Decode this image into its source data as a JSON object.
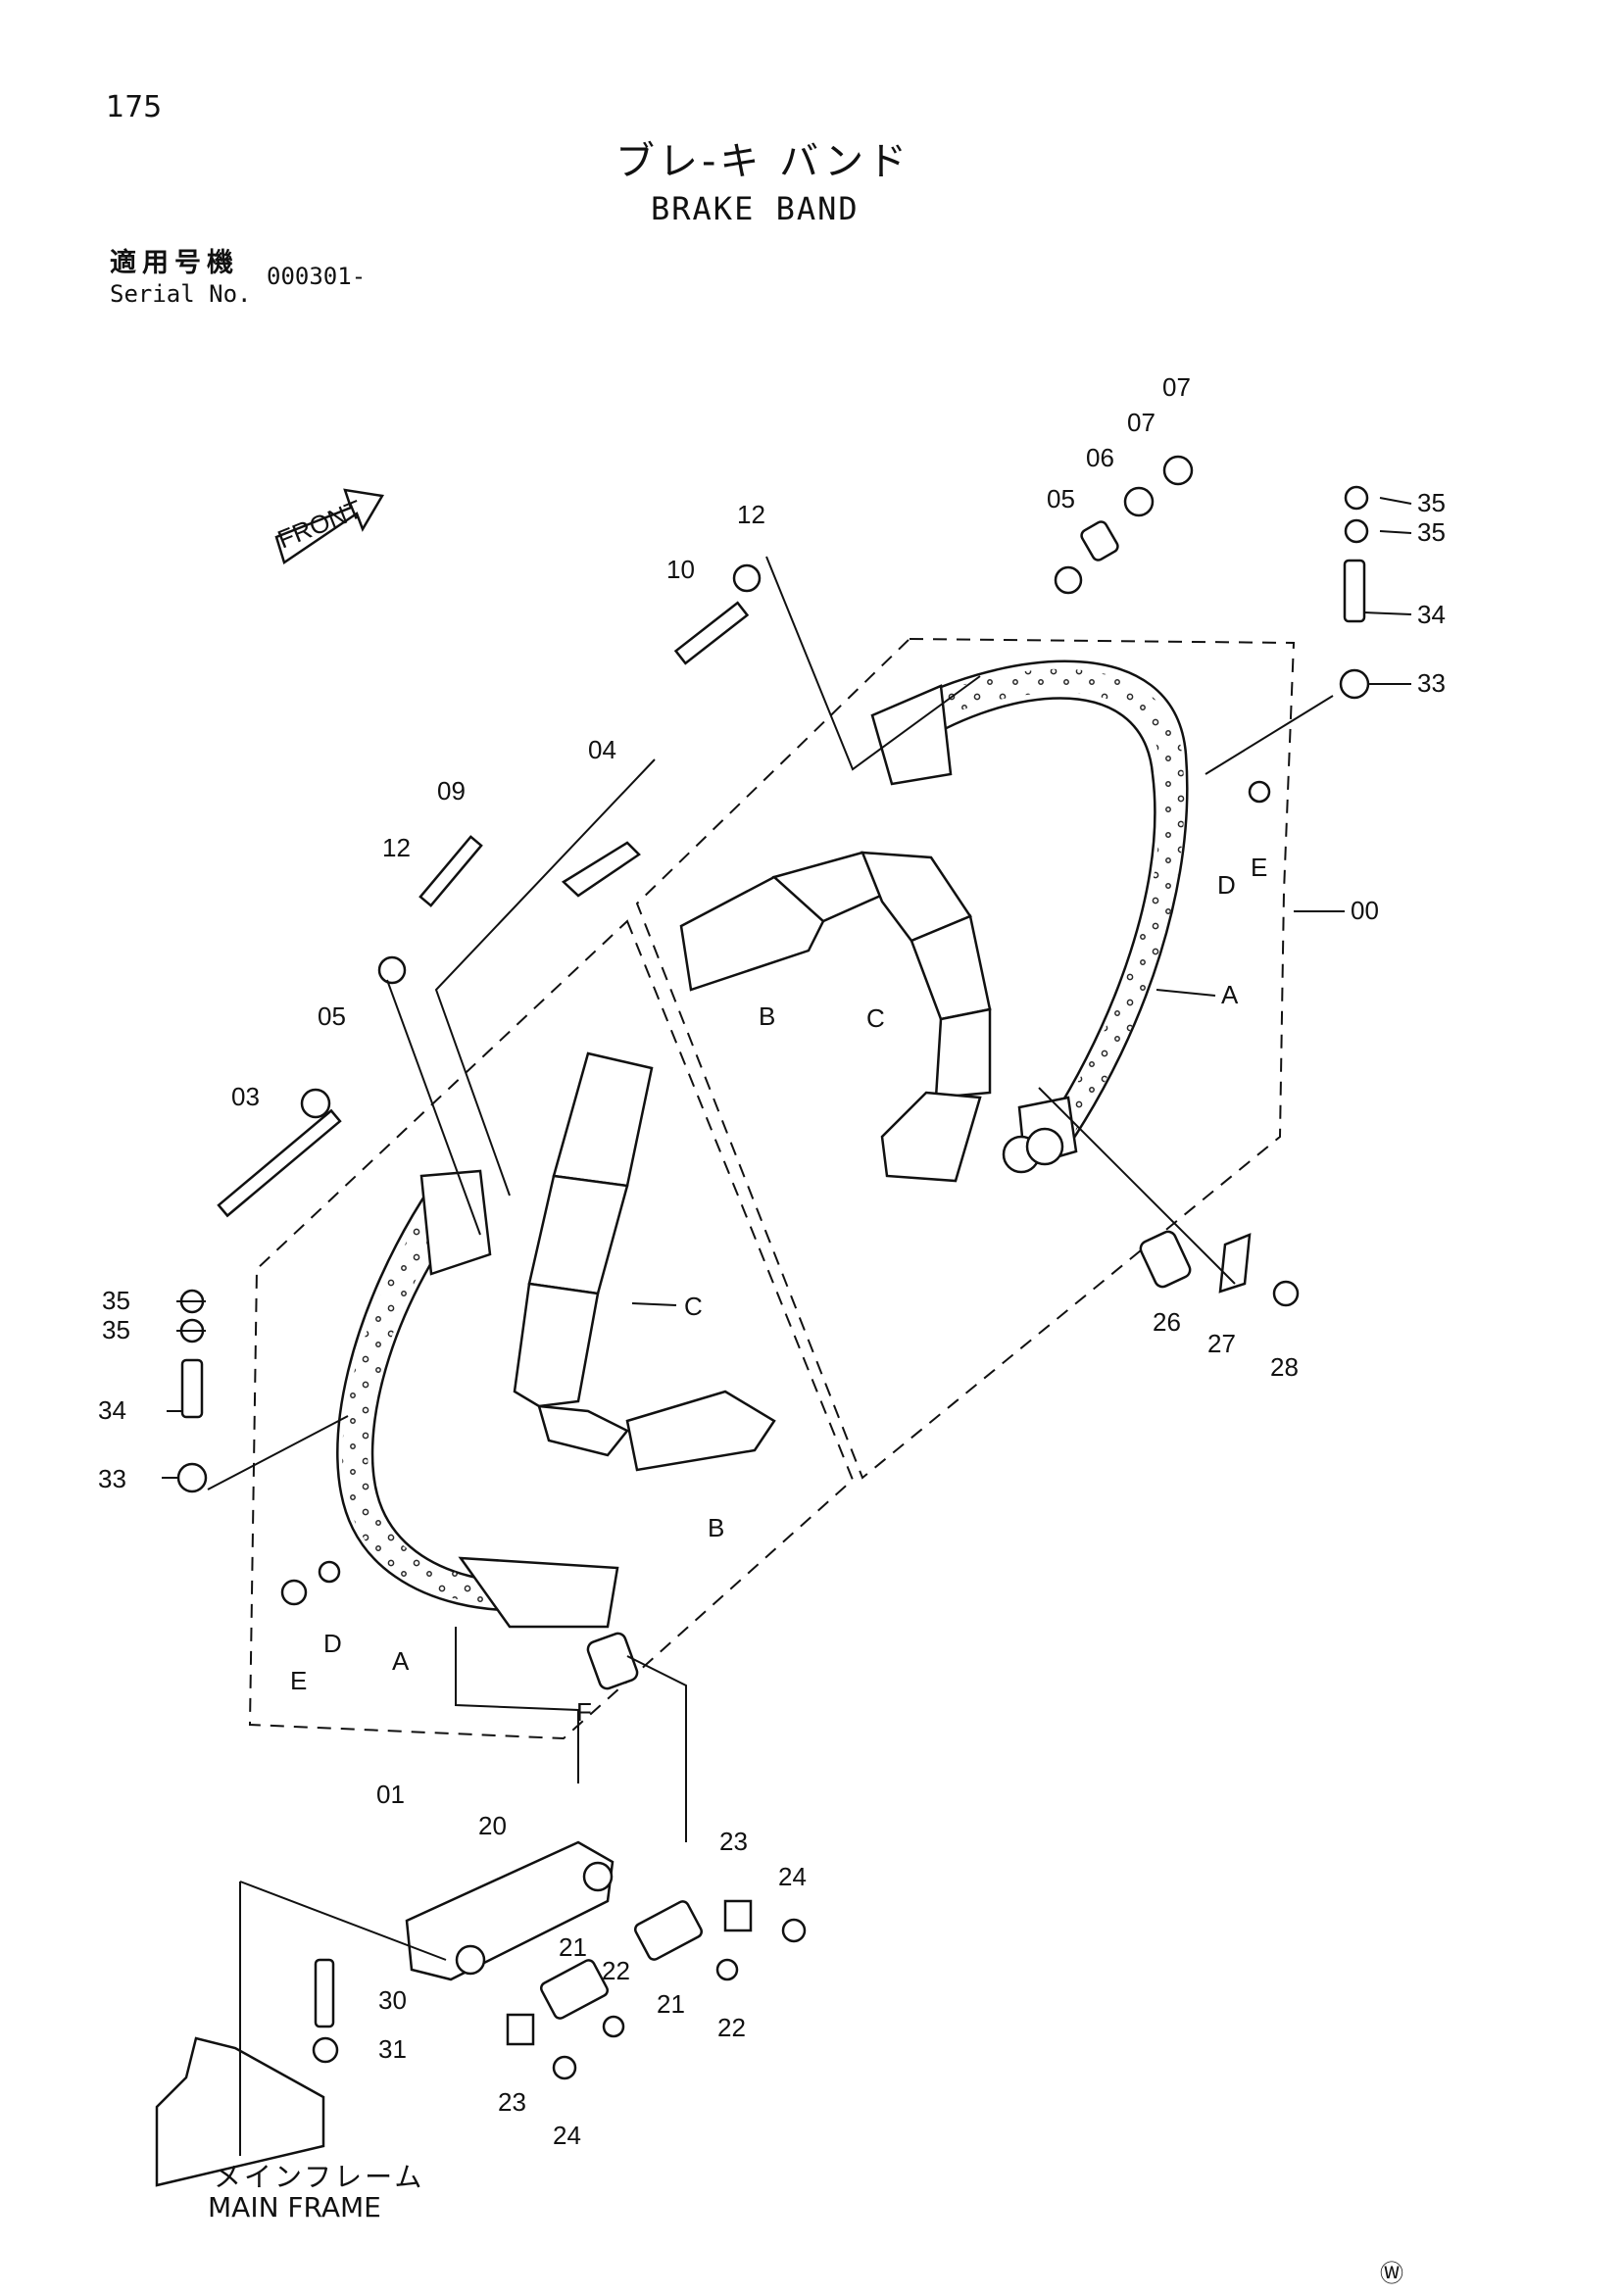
{
  "page_number": "175",
  "title_jp": "ブレ-キ バンド",
  "title_en": "BRAKE BAND",
  "serial": {
    "label_jp": "適用号機",
    "label_en": "Serial No.",
    "value": "000301-"
  },
  "front_label": "FRONT",
  "main_frame": {
    "jp": "メインフレーム",
    "en": "MAIN FRAME"
  },
  "corner_mark": "Ⓦ",
  "callouts": {
    "c07a": "07",
    "c07b": "07",
    "c06": "06",
    "c05r": "05",
    "c12r": "12",
    "c10": "10",
    "c35a": "35",
    "c35b": "35",
    "c34r": "34",
    "c33r": "33",
    "c04": "04",
    "c09": "09",
    "c12l": "12",
    "cDr": "D",
    "cEr": "E",
    "c00": "00",
    "cAr": "A",
    "cBr": "B",
    "cCr": "C",
    "c05l": "05",
    "c03": "03",
    "c35c": "35",
    "c35d": "35",
    "c34l": "34",
    "c33l": "33",
    "cCl": "C",
    "c26": "26",
    "c27": "27",
    "c28": "28",
    "cBl": "B",
    "cEl": "E",
    "cDl": "D",
    "cAl": "A",
    "cF": "F",
    "c01": "01",
    "c20": "20",
    "c23a": "23",
    "c24a": "24",
    "c21a": "21",
    "c22a": "22",
    "c21b": "21",
    "c22b": "22",
    "c30": "30",
    "c31": "31",
    "c23b": "23",
    "c24b": "24"
  }
}
